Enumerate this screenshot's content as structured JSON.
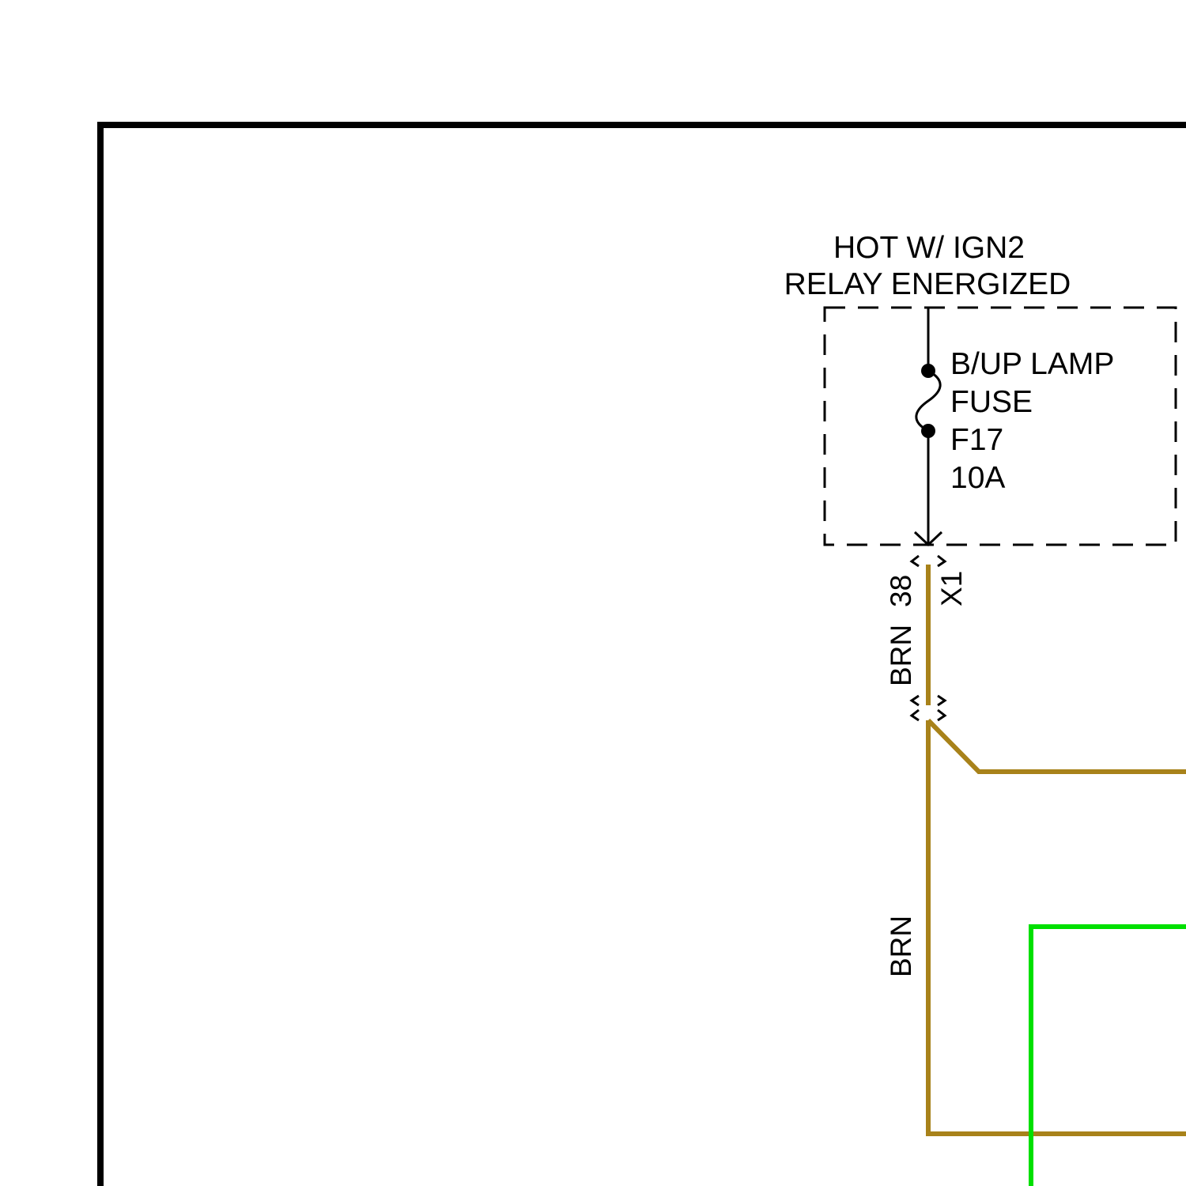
{
  "diagram": {
    "power_source": {
      "line1": "HOT W/ IGN2",
      "line2": "RELAY ENERGIZED"
    },
    "fuse": {
      "name_line1": "B/UP LAMP",
      "name_line2": "FUSE",
      "id": "F17",
      "rating": "10A"
    },
    "connector": {
      "name": "X1",
      "pin": "38"
    },
    "wires": {
      "upper_color": "BRN",
      "lower_color": "BRN"
    },
    "colors": {
      "frame": "#000000",
      "brown_wire": "#a8821a",
      "green_wire": "#00e000"
    }
  }
}
